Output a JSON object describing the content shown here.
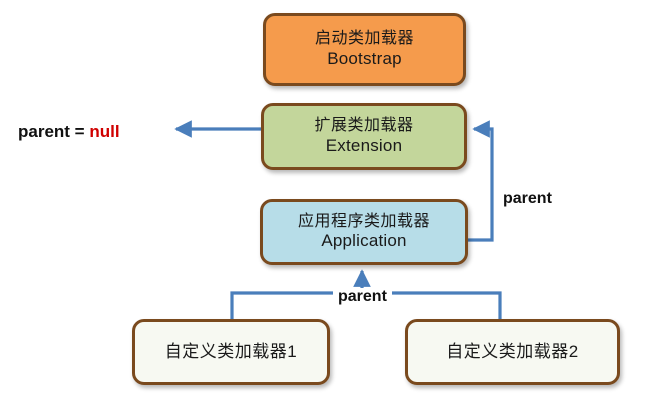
{
  "diagram": {
    "title": "Java ClassLoader parent delegation hierarchy",
    "background_color": "#ffffff",
    "nodes": [
      {
        "id": "bootstrap",
        "cn": "启动类加载器",
        "en": "Bootstrap",
        "fill": "#f59b4c",
        "border": "#7a4a1e"
      },
      {
        "id": "extension",
        "cn": "扩展类加载器",
        "en": "Extension",
        "fill": "#c3d69b",
        "border": "#7a4a1e"
      },
      {
        "id": "application",
        "cn": "应用程序类加载器",
        "en": "Application",
        "fill": "#b7dde8",
        "border": "#7a4a1e"
      },
      {
        "id": "custom1",
        "cn": "自定义类加载器1",
        "en": "",
        "fill": "#f7f9f2",
        "border": "#7a4a1e"
      },
      {
        "id": "custom2",
        "cn": "自定义类加载器2",
        "en": "",
        "fill": "#f7f9f2",
        "border": "#7a4a1e"
      }
    ],
    "labels": {
      "parent_null_prefix": "parent = ",
      "parent_null_value": "null",
      "parent_right": "parent",
      "parent_bottom": "parent"
    },
    "connector_color": "#4a7ebb"
  }
}
